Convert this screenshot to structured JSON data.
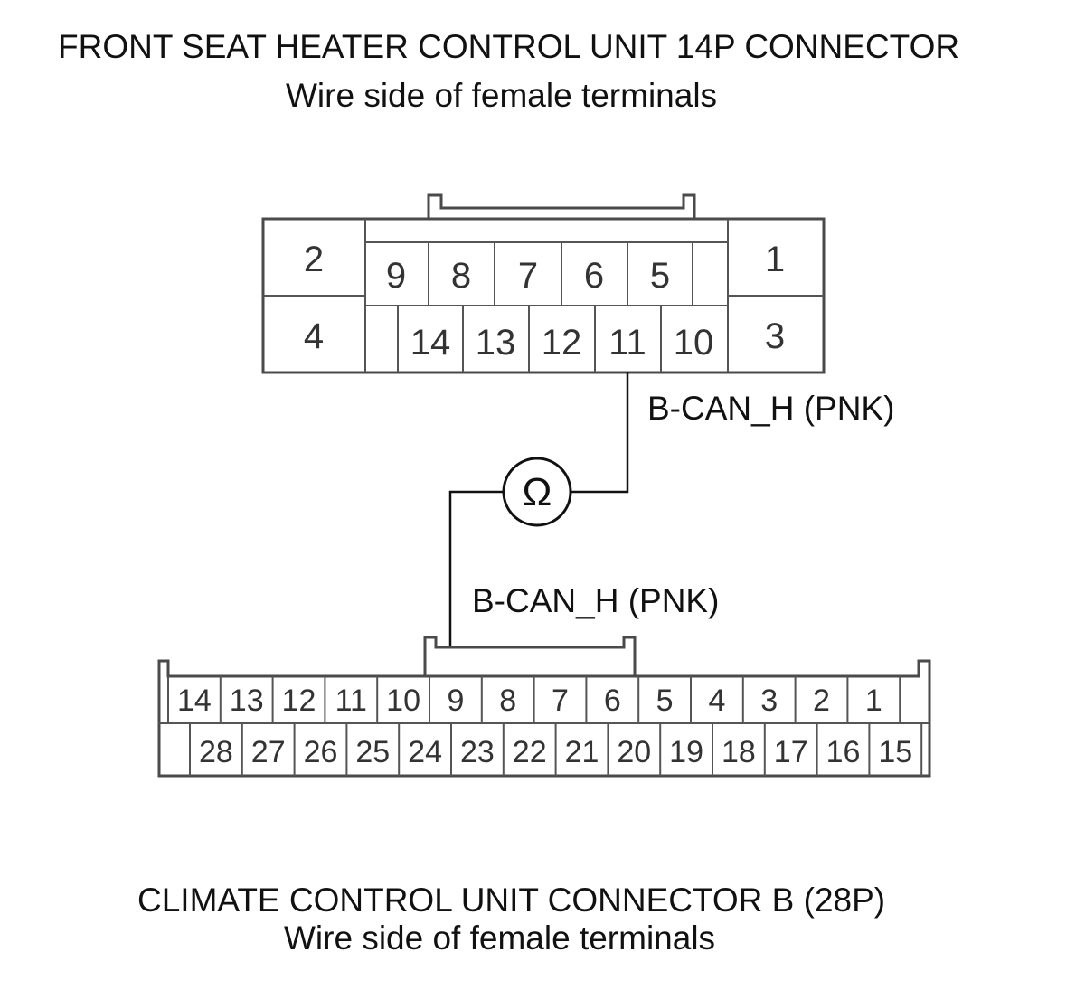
{
  "top_connector": {
    "title": "FRONT SEAT HEATER CONTROL UNIT 14P CONNECTOR",
    "subtitle": "Wire side of female terminals",
    "big_pins": [
      "2",
      "4",
      "1",
      "3"
    ],
    "top_row": [
      "9",
      "8",
      "7",
      "6",
      "5"
    ],
    "bottom_row": [
      "14",
      "13",
      "12",
      "11",
      "10"
    ]
  },
  "bottom_connector": {
    "title": "CLIMATE CONTROL UNIT CONNECTOR B (28P)",
    "subtitle": "Wire side of female terminals",
    "top_row": [
      "14",
      "13",
      "12",
      "11",
      "10",
      "9",
      "8",
      "7",
      "6",
      "5",
      "4",
      "3",
      "2",
      "1"
    ],
    "bottom_row": [
      "28",
      "27",
      "26",
      "25",
      "24",
      "23",
      "22",
      "21",
      "20",
      "19",
      "18",
      "17",
      "16",
      "15"
    ]
  },
  "wire_labels": {
    "upper": "B-CAN_H (PNK)",
    "lower": "B-CAN_H (PNK)"
  },
  "meter_symbol": "Ω"
}
